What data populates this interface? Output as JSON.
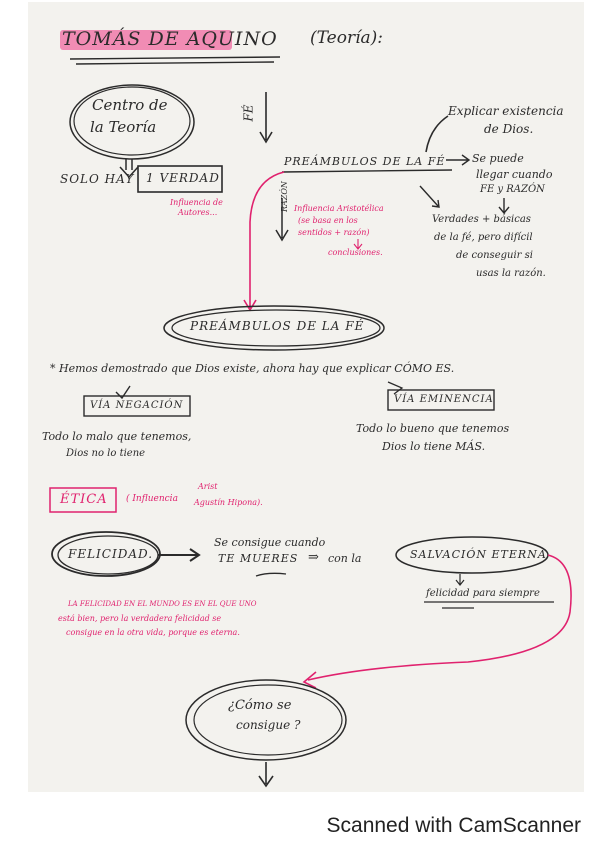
{
  "title": {
    "main": "TOMÁS DE AQUINO",
    "sub": "(Teoría):"
  },
  "center": {
    "line1": "Centro de",
    "line2": "la Teoría"
  },
  "fe_label": "FÉ",
  "explain": {
    "line1": "Explicar existencia",
    "line2": "de Dios."
  },
  "solo_hay": "SOLO HAY",
  "verdad": "1 VERDAD",
  "influencia_autores": {
    "line1": "Influencia de",
    "line2": "Autores..."
  },
  "preambulos_top": "PREÁMBULOS DE LA FÉ",
  "se_puede": {
    "line1": "Se puede",
    "line2": "llegar cuando",
    "line3": "FE y RAZÓN"
  },
  "razon_label": "RAZÓN",
  "aristotelica": {
    "line1": "Influencia Aristotélica",
    "line2": "(se basa en los",
    "line3": "sentidos + razón)",
    "line4": "conclusiones."
  },
  "verdades": {
    "line1": "Verdades + básicas",
    "line2": "de la fé, pero difícil",
    "line3": "de conseguir si",
    "line4": "usas la razón."
  },
  "preambulos_circle": "PREÁMBULOS DE LA FÉ",
  "hemos": "* Hemos demostrado que Dios existe, ahora hay que explicar CÓMO ES.",
  "via_negacion": "VÍA NEGACIÓN",
  "via_eminencia": "VÍA EMINENCIA",
  "malo": {
    "line1": "Todo lo malo que tenemos,",
    "line2": "Dios no lo tiene"
  },
  "bueno": {
    "line1": "Todo lo bueno que tenemos",
    "line2": "Dios lo tiene MÁS."
  },
  "etica": "ÉTICA",
  "influencia_etica": {
    "prefix": "( Influencia",
    "line1": "Arist",
    "line2": "Agustín Hipona)."
  },
  "felicidad": "FELICIDAD.",
  "consigue": {
    "line1": "Se consigue cuando",
    "line2": "TE MUERES",
    "arrow": "⇒",
    "line3": "con la"
  },
  "salvacion": "SALVACIÓN ETERNA",
  "felicidad_siempre": "felicidad para siempre",
  "felicidad_mundo": {
    "line1": "LA FELICIDAD EN EL MUNDO ES EN EL QUE UNO",
    "line2": "está bien, pero la verdadera felicidad se",
    "line3": "consigue en la otra vida, porque es eterna."
  },
  "como_se": {
    "line1": "¿Cómo se",
    "line2": "consigue ?"
  },
  "footer": "Scanned with CamScanner",
  "colors": {
    "ink": "#2b2b2b",
    "highlight": "#e0226e",
    "highlighter_bg": "#f06aa0",
    "paper": "#f3f2ee"
  }
}
